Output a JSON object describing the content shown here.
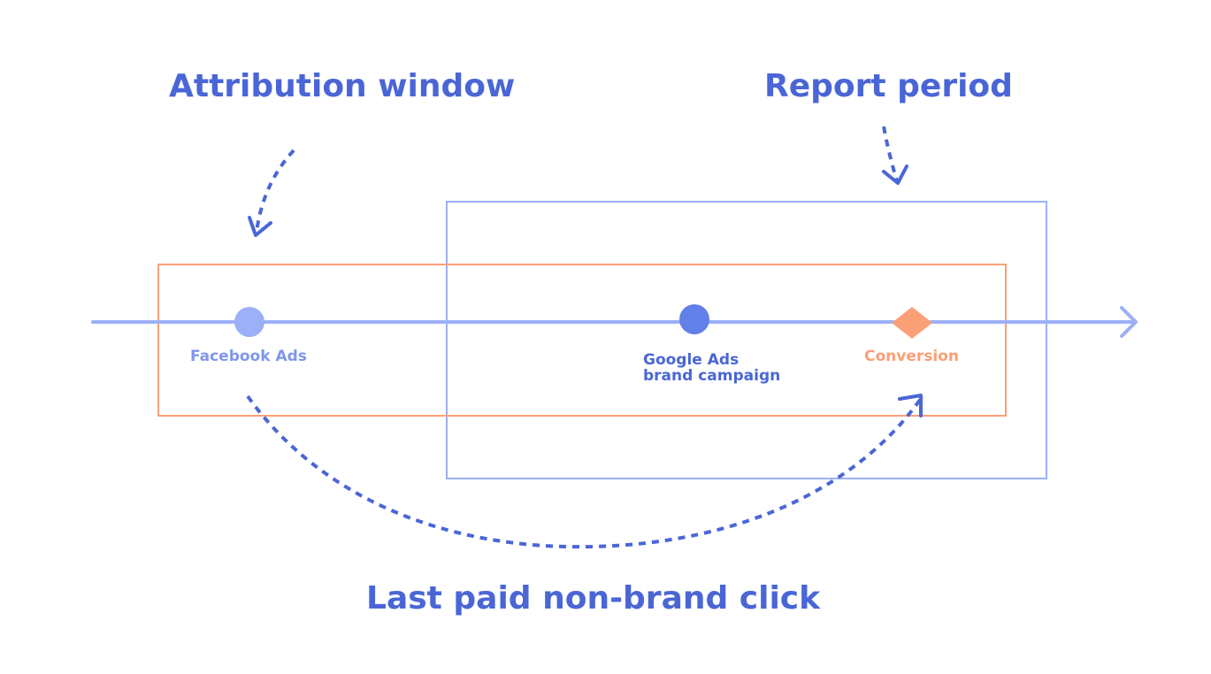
{
  "title_attribution": "Attribution window",
  "title_report": "Report period",
  "caption": "Last paid non-brand click",
  "touchpoints": [
    {
      "label": "Facebook Ads",
      "icon": "circle"
    },
    {
      "label": "Google Ads",
      "label2": "brand campaign",
      "icon": "circle"
    },
    {
      "label": "Conversion",
      "icon": "diamond"
    }
  ],
  "colors": {
    "heading": "#4a66d6",
    "timeline": "#9cb0f7",
    "report_box": "#9cb0f7",
    "attribution_box": "#fb9f77",
    "facebook_dot": "#9cb0f7",
    "facebook_label": "#7f96ea",
    "google_dot": "#6180e8",
    "google_label": "#4a66d6",
    "conversion": "#fb9f77",
    "arrow": "#4a66d6"
  }
}
